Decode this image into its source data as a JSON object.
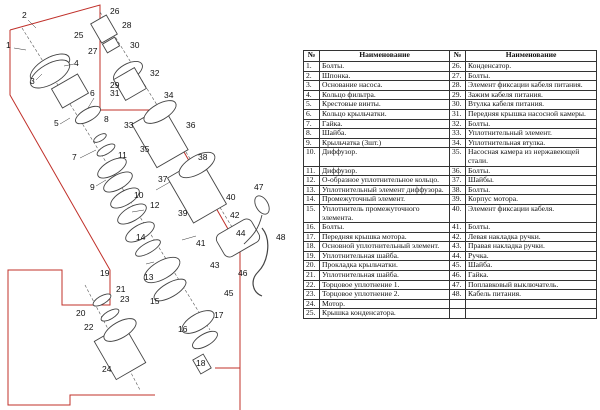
{
  "table": {
    "headers": [
      "№",
      "Наименование",
      "№",
      "Наименование"
    ],
    "rows": [
      [
        {
          "n": "1.",
          "name": "Болты."
        },
        {
          "n": "26.",
          "name": "Конденсатор."
        }
      ],
      [
        {
          "n": "2.",
          "name": "Шпонка."
        },
        {
          "n": "27.",
          "name": "Болты."
        }
      ],
      [
        {
          "n": "3.",
          "name": "Основание насоса."
        },
        {
          "n": "28.",
          "name": "Элемент фиксации кабеля питания."
        }
      ],
      [
        {
          "n": "4.",
          "name": "Кольцо фильтра."
        },
        {
          "n": "29.",
          "name": "Зажим кабеля питания."
        }
      ],
      [
        {
          "n": "5.",
          "name": "Крестовые винты."
        },
        {
          "n": "30.",
          "name": "Втулка кабеля питания."
        }
      ],
      [
        {
          "n": "6.",
          "name": "Кольцо крыльчатки."
        },
        {
          "n": "31.",
          "name": "Передняя крышка насосной камеры."
        }
      ],
      [
        {
          "n": "7.",
          "name": "Гайка."
        },
        {
          "n": "32.",
          "name": "Болты."
        }
      ],
      [
        {
          "n": "8.",
          "name": "Шайба."
        },
        {
          "n": "33.",
          "name": "Уплотнительный элемент."
        }
      ],
      [
        {
          "n": "9.",
          "name": "Крыльчатка (3шт.)"
        },
        {
          "n": "34.",
          "name": "Уплотнительная втулка."
        }
      ],
      [
        {
          "n": "10.",
          "name": "Диффузор."
        },
        {
          "n": "35.",
          "name": "Насосная камера из нержавеющей стали."
        }
      ],
      [
        {
          "n": "11.",
          "name": "Диффузор."
        },
        {
          "n": "36.",
          "name": "Болты."
        }
      ],
      [
        {
          "n": "12.",
          "name": "О-образное уплотнительное кольцо."
        },
        {
          "n": "37.",
          "name": "Шайбы."
        }
      ],
      [
        {
          "n": "13.",
          "name": "Уплотнительный элемент диффузора."
        },
        {
          "n": "38.",
          "name": "Болты."
        }
      ],
      [
        {
          "n": "14.",
          "name": "Промежуточный элемент."
        },
        {
          "n": "39.",
          "name": "Корпус мотора."
        }
      ],
      [
        {
          "n": "15.",
          "name": "Уплотнитель промежуточного элемента."
        },
        {
          "n": "40.",
          "name": "Элемент фиксации кабеля."
        }
      ],
      [
        {
          "n": "16.",
          "name": "Болты."
        },
        {
          "n": "41.",
          "name": "Болты."
        }
      ],
      [
        {
          "n": "17.",
          "name": "Передняя крышка мотора."
        },
        {
          "n": "42.",
          "name": "Левая накладка ручки."
        }
      ],
      [
        {
          "n": "18.",
          "name": "Основной уплотнительный элемент."
        },
        {
          "n": "43.",
          "name": "Правая накладка ручки."
        }
      ],
      [
        {
          "n": "19.",
          "name": "Уплотнительная шайба."
        },
        {
          "n": "44.",
          "name": "Ручка."
        }
      ],
      [
        {
          "n": "20.",
          "name": "Прокладка крыльчатки."
        },
        {
          "n": "45.",
          "name": "Шайба."
        }
      ],
      [
        {
          "n": "21.",
          "name": "Уплотнительная шайба."
        },
        {
          "n": "46.",
          "name": "Гайка."
        }
      ],
      [
        {
          "n": "22.",
          "name": "Торцовое уплотнение 1."
        },
        {
          "n": "47.",
          "name": "Поплавковый выключатель."
        }
      ],
      [
        {
          "n": "23.",
          "name": "Торцовое уплотнение 2."
        },
        {
          "n": "48.",
          "name": "Кабель питания."
        }
      ],
      [
        {
          "n": "24.",
          "name": "Мотор."
        },
        {
          "n": "",
          "name": ""
        }
      ],
      [
        {
          "n": "25.",
          "name": "Крышка конденсатора."
        },
        {
          "n": "",
          "name": ""
        }
      ]
    ]
  },
  "callouts": [
    "1",
    "2",
    "3",
    "4",
    "5",
    "6",
    "7",
    "8",
    "9",
    "10",
    "11",
    "12",
    "13",
    "14",
    "15",
    "16",
    "17",
    "18",
    "19",
    "20",
    "21",
    "22",
    "23",
    "24",
    "25",
    "26",
    "27",
    "28",
    "29",
    "30",
    "31",
    "32",
    "33",
    "34",
    "35",
    "36",
    "37",
    "38",
    "39",
    "40",
    "41",
    "42",
    "43",
    "44",
    "45",
    "46",
    "47",
    "48"
  ],
  "colors": {
    "outline": "#c0302a",
    "ink": "#111111",
    "part": "#444444"
  }
}
